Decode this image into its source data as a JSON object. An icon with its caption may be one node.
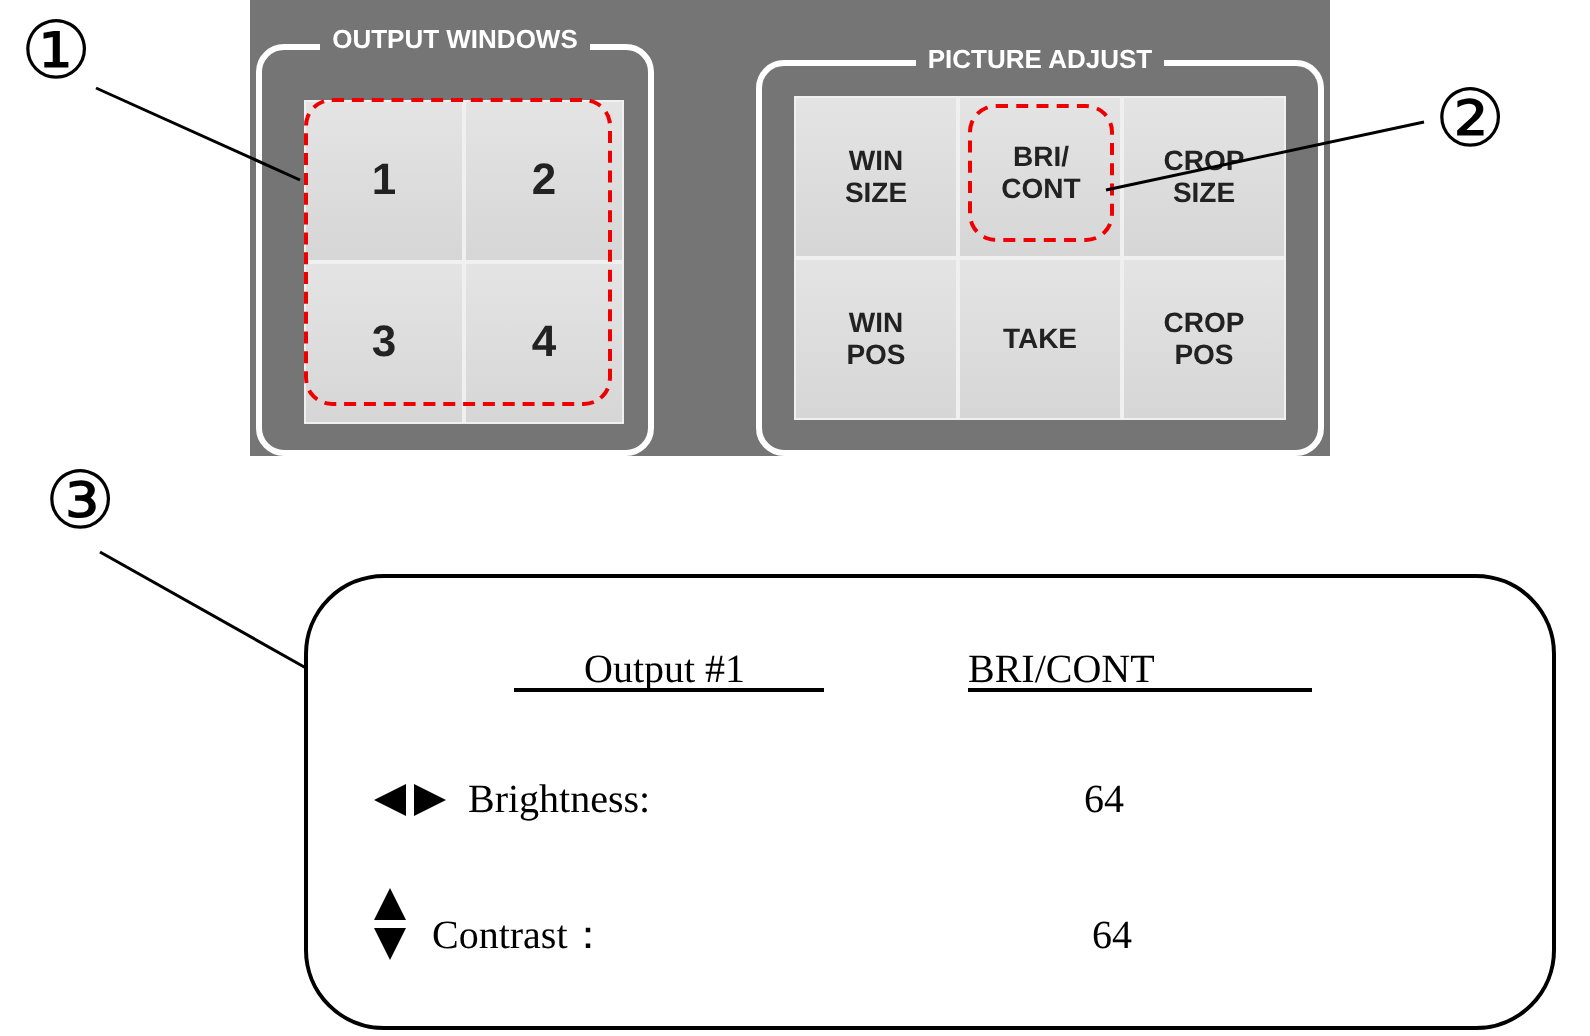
{
  "diagram": {
    "nodes": [
      {
        "text": [],
        "shape": "box"
      },
      {
        "text": [
          "OUTPUT WINDOWS"
        ],
        "in": 0
      },
      {
        "text": [],
        "shape": "box",
        "in": 1
      },
      {
        "text": [
          "1"
        ],
        "in": 2
      },
      {
        "text": [
          "2"
        ],
        "in": 2
      },
      {
        "text": [
          "3"
        ],
        "in": 2
      },
      {
        "text": [
          "4"
        ],
        "in": 2
      },
      {
        "text": [
          "PICTURE ADJUST"
        ],
        "in": 0
      },
      {
        "text": [
          "WIN SIZE"
        ],
        "in": 7
      },
      {
        "text": [],
        "shape": "box",
        "in": 7
      },
      {
        "text": [
          "BRI/ CONT"
        ],
        "in": 9
      },
      {
        "text": [
          "CROP SIZE"
        ],
        "in": 7
      },
      {
        "text": [
          "WIN POS"
        ],
        "in": 7
      },
      {
        "text": [
          "TAKE"
        ],
        "in": 7
      },
      {
        "text": [
          "CROP POS"
        ],
        "in": 7
      },
      {
        "text": [
          "①"
        ]
      },
      {
        "text": [
          "②"
        ]
      },
      {
        "text": [
          "③"
        ]
      },
      {
        "text": [
          "Output #1",
          "BRI/CONT",
          "Brightness:",
          "64",
          "Contrast：",
          "64"
        ]
      }
    ],
    "edges": [
      {
        "from": 15,
        "to": 2,
        "arrow": "none"
      },
      {
        "from": 16,
        "to": 10,
        "arrow": "none"
      },
      {
        "from": 17,
        "to": 18,
        "arrow": "none"
      }
    ]
  }
}
